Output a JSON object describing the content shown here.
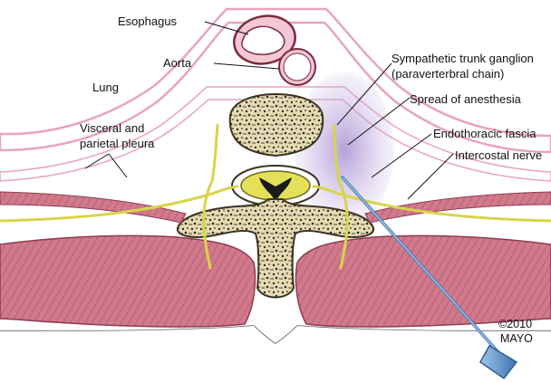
{
  "labels": {
    "esophagus": "Esophagus",
    "aorta": "Aorta",
    "lung": "Lung",
    "pleura_line1": "Visceral and",
    "pleura_line2": "parietal pleura",
    "ganglion_line1": "Sympathetic trunk ganglion",
    "ganglion_line2": "(paraverterbral chain)",
    "spread": "Spread of anesthesia",
    "fascia": "Endothoracic fascia",
    "nerve": "Intercostal nerve",
    "copyright_line1": "©2010",
    "copyright_line2": "MAYO"
  },
  "colors": {
    "pleura": "#e9a4b8",
    "muscle": "#cf6f82",
    "bone": "#e8dcb4",
    "nerve": "#e4e05a",
    "anesthesia": "#b9a3d8",
    "needle": "#5b8fc6"
  }
}
